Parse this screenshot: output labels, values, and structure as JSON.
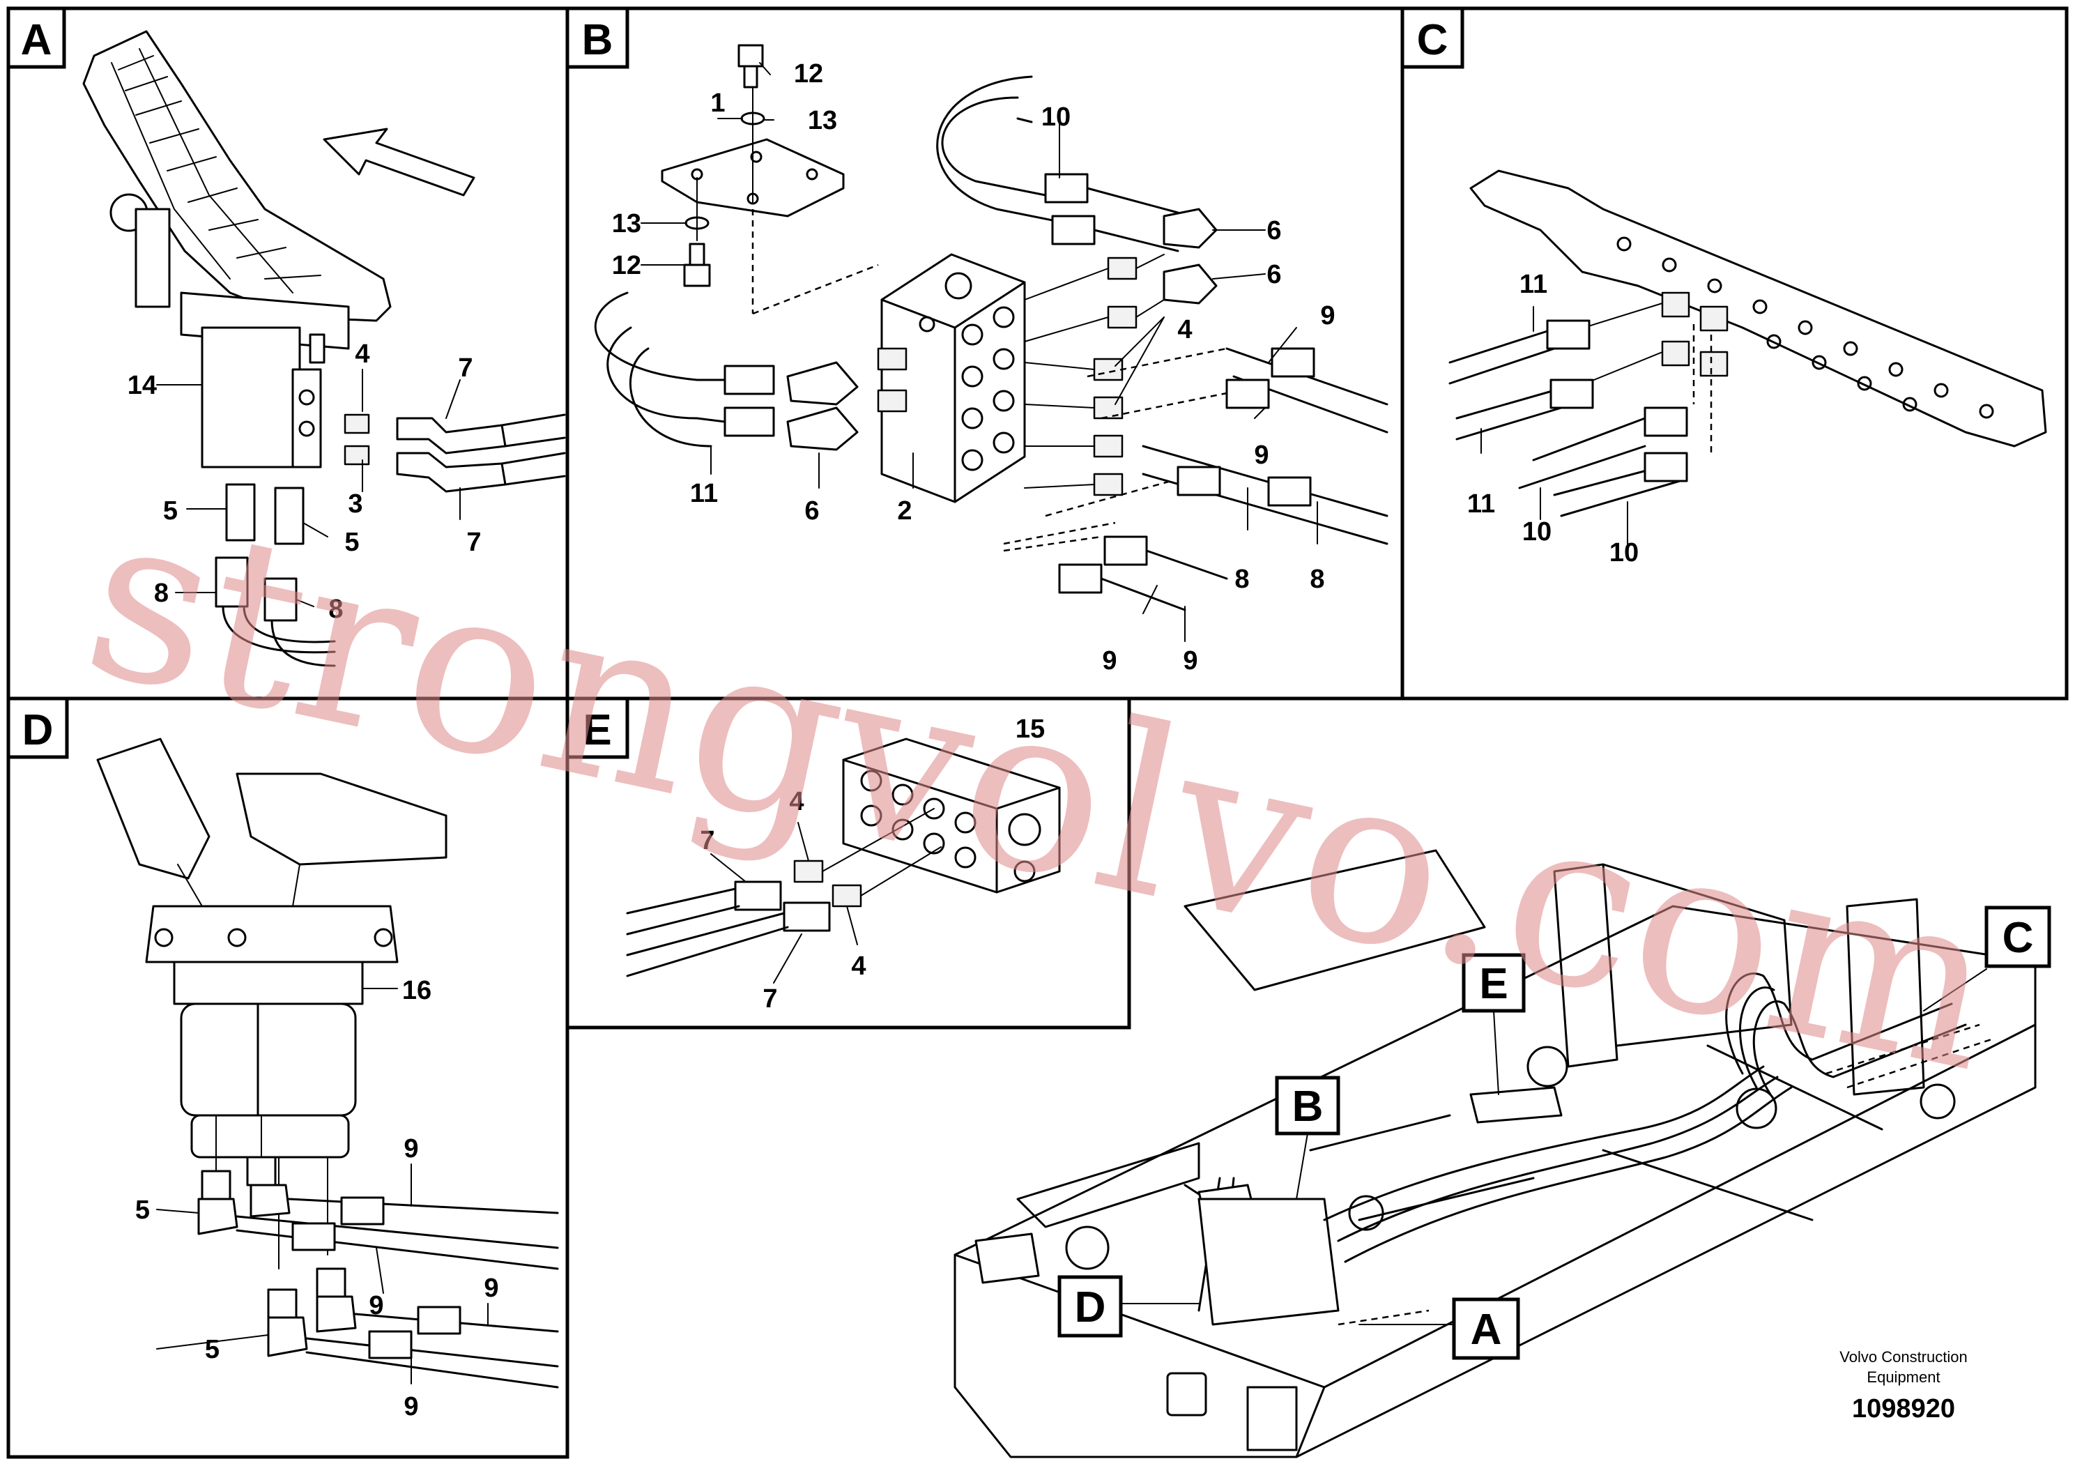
{
  "panels": {
    "A": {
      "tag": "A",
      "labels": [
        "14",
        "4",
        "3",
        "7",
        "7",
        "5",
        "5",
        "8",
        "8"
      ]
    },
    "B": {
      "tag": "B",
      "labels": [
        "12",
        "13",
        "1",
        "13",
        "12",
        "10",
        "6",
        "6",
        "4",
        "9",
        "9",
        "11",
        "6",
        "2",
        "8",
        "8",
        "9",
        "9"
      ]
    },
    "C": {
      "tag": "C",
      "labels": [
        "11",
        "11",
        "10",
        "10"
      ]
    },
    "D": {
      "tag": "D",
      "labels": [
        "16",
        "9",
        "5",
        "9",
        "9",
        "5",
        "9"
      ]
    },
    "E": {
      "tag": "E",
      "labels": [
        "15",
        "4",
        "7",
        "4",
        "7"
      ]
    }
  },
  "overview": {
    "callouts": [
      "B",
      "E",
      "C",
      "D",
      "A"
    ]
  },
  "watermark": "strongvolvo.com",
  "credit": {
    "line1": "Volvo Construction",
    "line2": "Equipment"
  },
  "part_number": "1098920",
  "colors": {
    "line": "#000000",
    "background": "#ffffff",
    "watermark": "#e08a8a"
  }
}
